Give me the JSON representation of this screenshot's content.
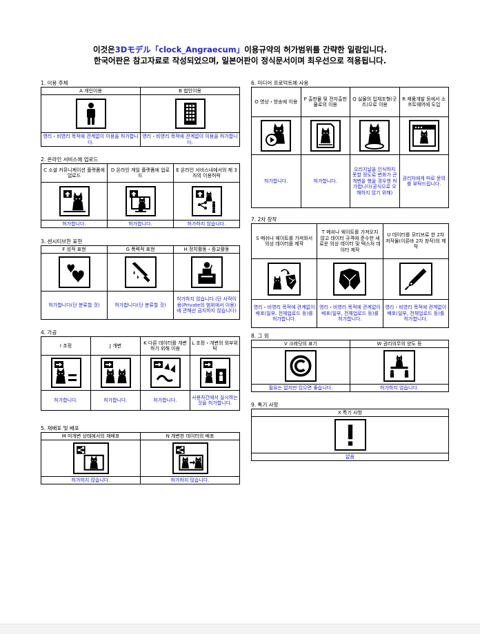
{
  "header": {
    "line1_pre": "이것은",
    "line1_accent": "3Dモデル「clock_Angraecum」",
    "line1_post": "이용규약의 허가범위를 간략한 일람입니다.",
    "line2": "한국어판은 참고자료로 작성되었으며, 일본어판이 정식문서이며 최우선으로 적용됩니다."
  },
  "sections": {
    "s1": {
      "title": "1. 이용 주체",
      "cols": [
        {
          "head": "A 개인이용",
          "icon": "person-icon",
          "note": "영리・비영리 목적에 관계없이 이용을 허가합니다."
        },
        {
          "head": "B 법인이용",
          "icon": "building-icon",
          "note": "영리・비영리 목적에 관계없이 이용을 허가합니다."
        }
      ]
    },
    "s2": {
      "title": "2. 온라인 서비스에 업로드",
      "cols": [
        {
          "head": "C 소셜 커뮤니케이션 플랫폼에 업로드",
          "icon": "upload-cat-icon",
          "note": "허가합니다."
        },
        {
          "head": "D 온라인 게임 플랫폼에 업로드",
          "icon": "game-monitor-cat-icon",
          "note": "허가합니다."
        },
        {
          "head": "E 온라인 서비스내에서의 제 3자의 이용허락",
          "icon": "share-cat-people-icon",
          "note": "허가하지 않습니다."
        }
      ]
    },
    "s3": {
      "title": "3. 센시티브한 표현",
      "cols": [
        {
          "head": "F 성적 표현",
          "icon": "hearts-icon",
          "note": "허가합니다(단 분류할 것)"
        },
        {
          "head": "G 폭력적 표현",
          "icon": "knife-blood-icon",
          "note": "허가합니다(단 분류할 것)"
        },
        {
          "head": "H 정치활동・종교활동",
          "icon": "podium-speaker-icon",
          "note": "허가하지 않습니다.(단 사적이용(Private의 범위에서 이용)에 관해선 금지하지 않습니다)"
        }
      ]
    },
    "s4": {
      "title": "4. 가공",
      "cols": [
        {
          "head": "I 조정",
          "icon": "adjust-cat-icon",
          "note": "허가합니다."
        },
        {
          "head": "J 개변",
          "icon": "modify-cats-icon",
          "note": "허가합니다."
        },
        {
          "head": "K 다른 데이터를 개변하기 위해 이용",
          "icon": "cat-parts-icon",
          "note": "허가합니다."
        },
        {
          "head": "L 조정・개변의 외부위탁",
          "icon": "outsource-icon",
          "note": "사용자간에서 실시하는 것을 허가합니다."
        }
      ]
    },
    "s5": {
      "title": "5. 재배포 및 배포",
      "cols": [
        {
          "head": "M 미개변 상태에서의 재배포",
          "icon": "redistribute-icon",
          "note": "허가하지 않습니다."
        },
        {
          "head": "N 개변한 데이터의 배포",
          "icon": "distribute-modified-icon",
          "note": "허가하지 않습니다."
        }
      ]
    },
    "s6": {
      "title": "6. 미디어 프로덕트에 사용",
      "cols": [
        {
          "head": "O 영상・방송에 이용",
          "icon": "video-cat-icon",
          "note": "허가합니다."
        },
        {
          "head": "P 출판물 및 전자출판물로의 이용",
          "icon": "publication-cat-icon",
          "note": "허가합니다."
        },
        {
          "head": "Q 실물의 입체조형(굿즈)으로 이용",
          "icon": "figure-cat-icon",
          "note": "오리지날을 인식하지 못할 정도로 변화가 큰 개변을 했을 경우엔 허가합니다(공식으로 오해하지 않기 위해)"
        },
        {
          "head": "R 제품개발 등에서 소프트웨어에 도입",
          "icon": "software-cat-icon",
          "note": "권리자에게 따로 문의를 부탁드립니다."
        }
      ]
    },
    "s7": {
      "title": "7. 2차 창작",
      "cols": [
        {
          "head": "S 메쉬나 웨이트를 가져와서 의상 데이터를 제작",
          "icon": "mesh-dress-icon",
          "note": "영리・비영리 목적에 관계없이 배포(일부, 전체업로드 등)를 허가합니다."
        },
        {
          "head": "T 메쉬나 웨이트를 가져오지 않고 데이터 규격에 준수한 새로운 의상 데이터 및 텍스처 데이터 제작",
          "icon": "new-dress-icon",
          "note": "영리・비영리 목적에 관계없이 배포(일부, 전체업로드 등)를 허가합니다."
        },
        {
          "head": "U 데이터를 모티브로 한 2차 저작물(이른바 2차 창작)의 제작",
          "icon": "pen-nib-icon",
          "note": "영리・비영리 목적에 관계없이 배포(일부, 전체업로드 등)를 허가합니다."
        }
      ]
    },
    "s8": {
      "title": "8. 그 외",
      "cols": [
        {
          "head": "V 크레딧의 표기",
          "icon": "copyright-icon",
          "note": "필요는 없지만 있으면 좋습니다."
        },
        {
          "head": "W 권리의무의 양도 등",
          "icon": "transfer-rights-icon",
          "note": "허가하지 않습니다."
        }
      ]
    },
    "s9": {
      "title": "9. 특기 사항",
      "cols": [
        {
          "head": "X 특기 사항",
          "icon": "exclamation-icon",
          "note": "없음"
        }
      ]
    }
  }
}
